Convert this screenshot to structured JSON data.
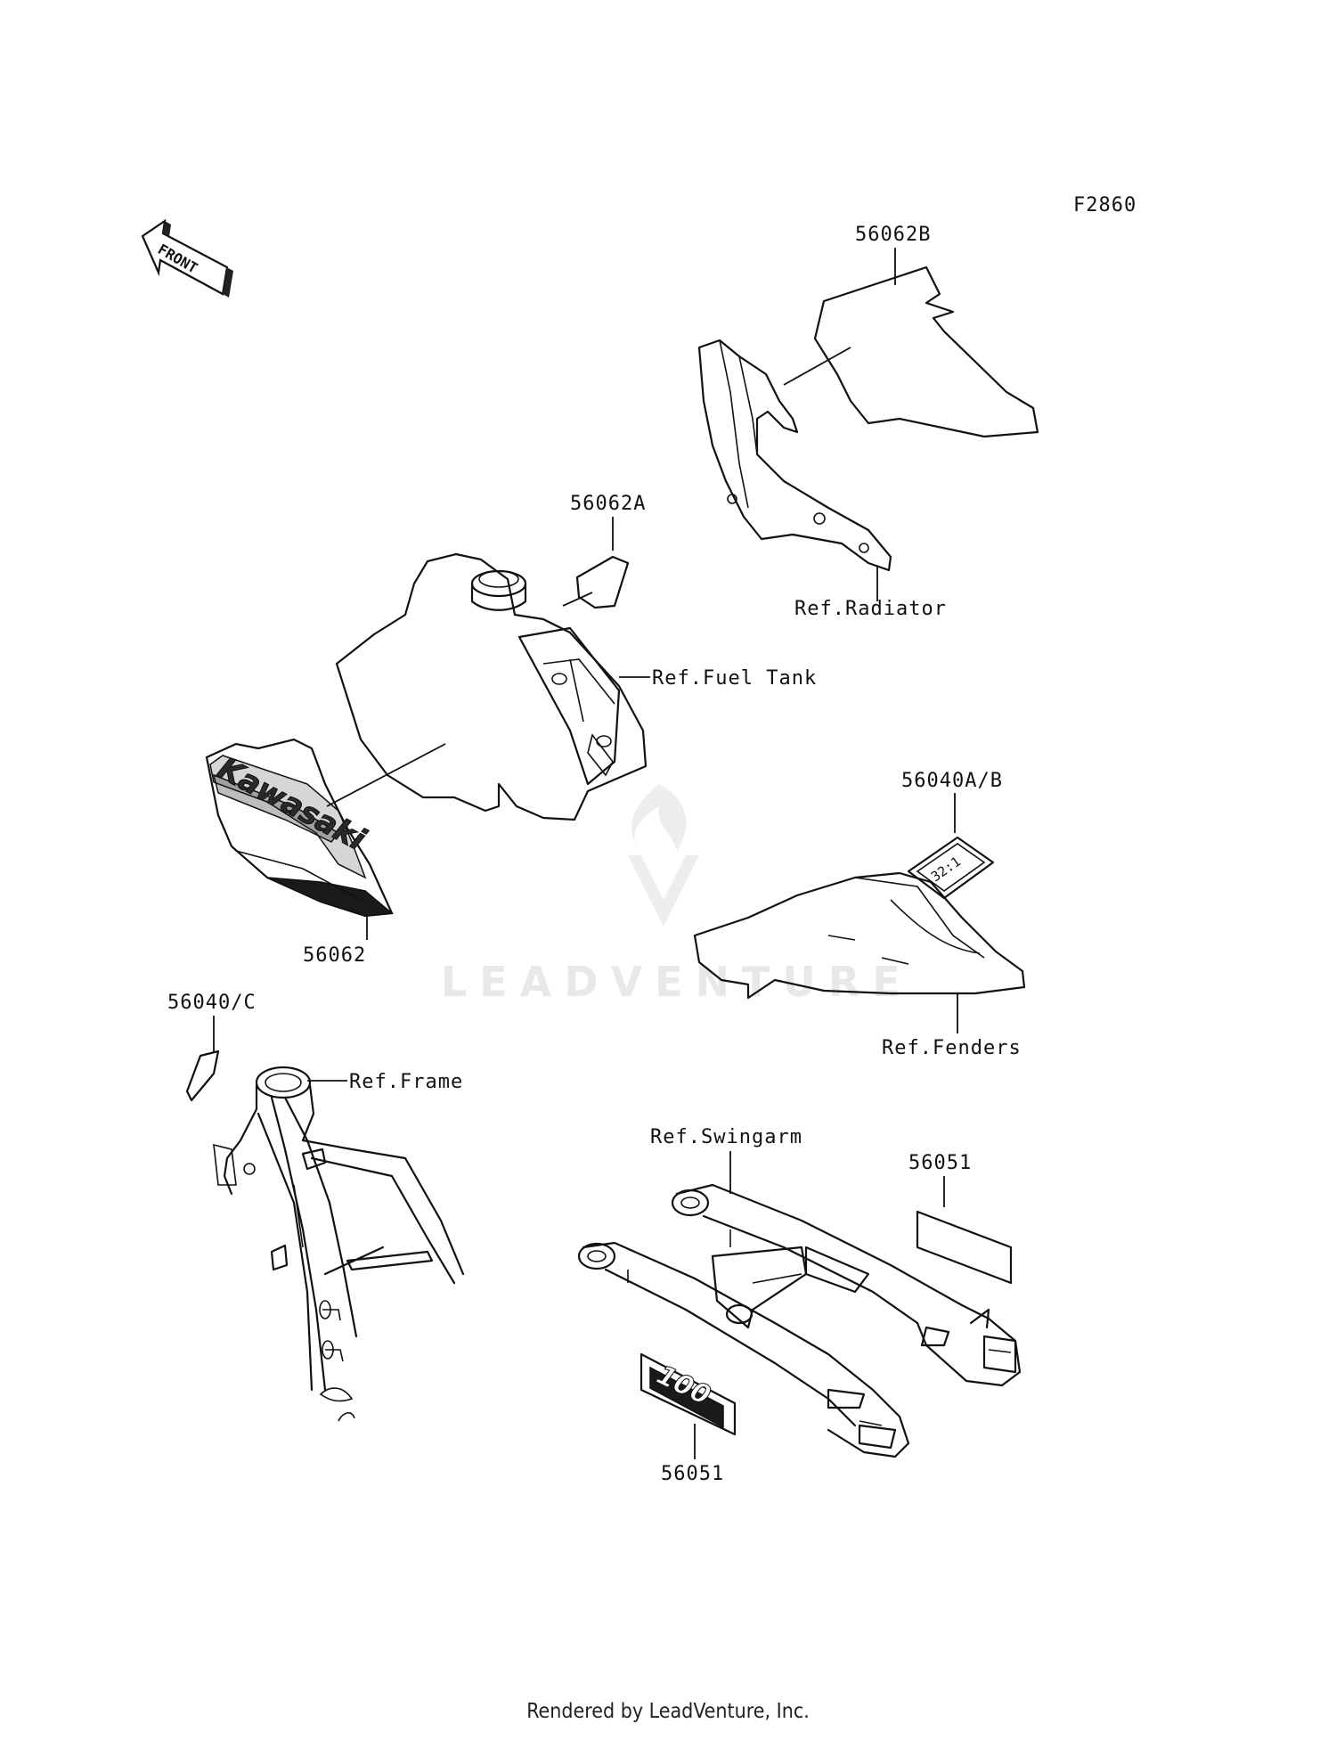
{
  "figure_code": "F2860",
  "front_arrow_label": "FRONT",
  "watermark": "LEADVENTURE",
  "labels": {
    "p56062B": "56062B",
    "ref_radiator": "Ref.Radiator",
    "p56062A": "56062A",
    "ref_fuel_tank": "Ref.Fuel Tank",
    "p56062": "56062",
    "p56040AB": "56040A/B",
    "ref_fenders": "Ref.Fenders",
    "p56040C": "56040/C",
    "ref_frame": "Ref.Frame",
    "ref_swingarm": "Ref.Swingarm",
    "p56051_top": "56051",
    "p56051_bottom": "56051"
  },
  "decals": {
    "tank_brand": "Kawasaki",
    "mix_ratio": "32:1",
    "model_number": "100"
  },
  "footer": "Rendered by LeadVenture, Inc."
}
